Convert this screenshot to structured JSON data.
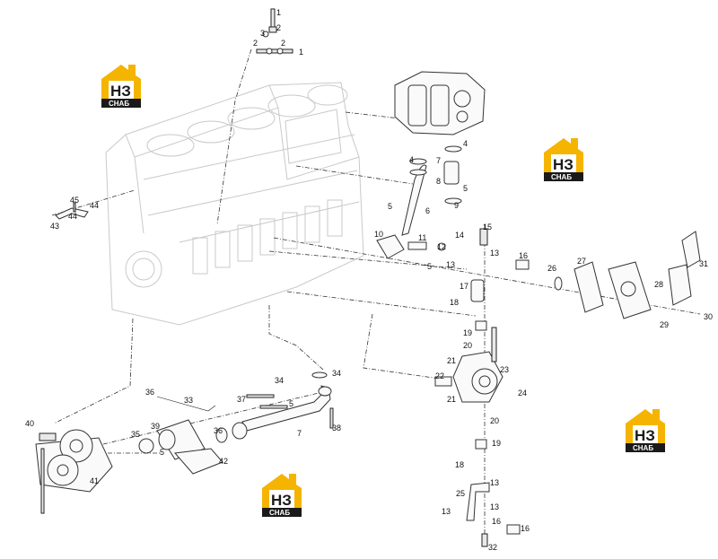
{
  "logo": {
    "mark": "НЗ",
    "caption": "СНАБ"
  },
  "callouts": [
    {
      "n": "1"
    },
    {
      "n": "2"
    },
    {
      "n": "3"
    },
    {
      "n": "2"
    },
    {
      "n": "2"
    },
    {
      "n": "1"
    },
    {
      "n": "4"
    },
    {
      "n": "7"
    },
    {
      "n": "4"
    },
    {
      "n": "8"
    },
    {
      "n": "5"
    },
    {
      "n": "5"
    },
    {
      "n": "6"
    },
    {
      "n": "9"
    },
    {
      "n": "45"
    },
    {
      "n": "44"
    },
    {
      "n": "44"
    },
    {
      "n": "43"
    },
    {
      "n": "10"
    },
    {
      "n": "11"
    },
    {
      "n": "14"
    },
    {
      "n": "15"
    },
    {
      "n": "12"
    },
    {
      "n": "13"
    },
    {
      "n": "16"
    },
    {
      "n": "5"
    },
    {
      "n": "13"
    },
    {
      "n": "17"
    },
    {
      "n": "26"
    },
    {
      "n": "27"
    },
    {
      "n": "31"
    },
    {
      "n": "28"
    },
    {
      "n": "29"
    },
    {
      "n": "30"
    },
    {
      "n": "18"
    },
    {
      "n": "19"
    },
    {
      "n": "20"
    },
    {
      "n": "21"
    },
    {
      "n": "22"
    },
    {
      "n": "23"
    },
    {
      "n": "24"
    },
    {
      "n": "21"
    },
    {
      "n": "20"
    },
    {
      "n": "19"
    },
    {
      "n": "18"
    },
    {
      "n": "13"
    },
    {
      "n": "25"
    },
    {
      "n": "13"
    },
    {
      "n": "13"
    },
    {
      "n": "16"
    },
    {
      "n": "16"
    },
    {
      "n": "32"
    },
    {
      "n": "34"
    },
    {
      "n": "34"
    },
    {
      "n": "37"
    },
    {
      "n": "36"
    },
    {
      "n": "33"
    },
    {
      "n": "5"
    },
    {
      "n": "7"
    },
    {
      "n": "38"
    },
    {
      "n": "39"
    },
    {
      "n": "35"
    },
    {
      "n": "36"
    },
    {
      "n": "5"
    },
    {
      "n": "42"
    },
    {
      "n": "40"
    },
    {
      "n": "41"
    }
  ]
}
